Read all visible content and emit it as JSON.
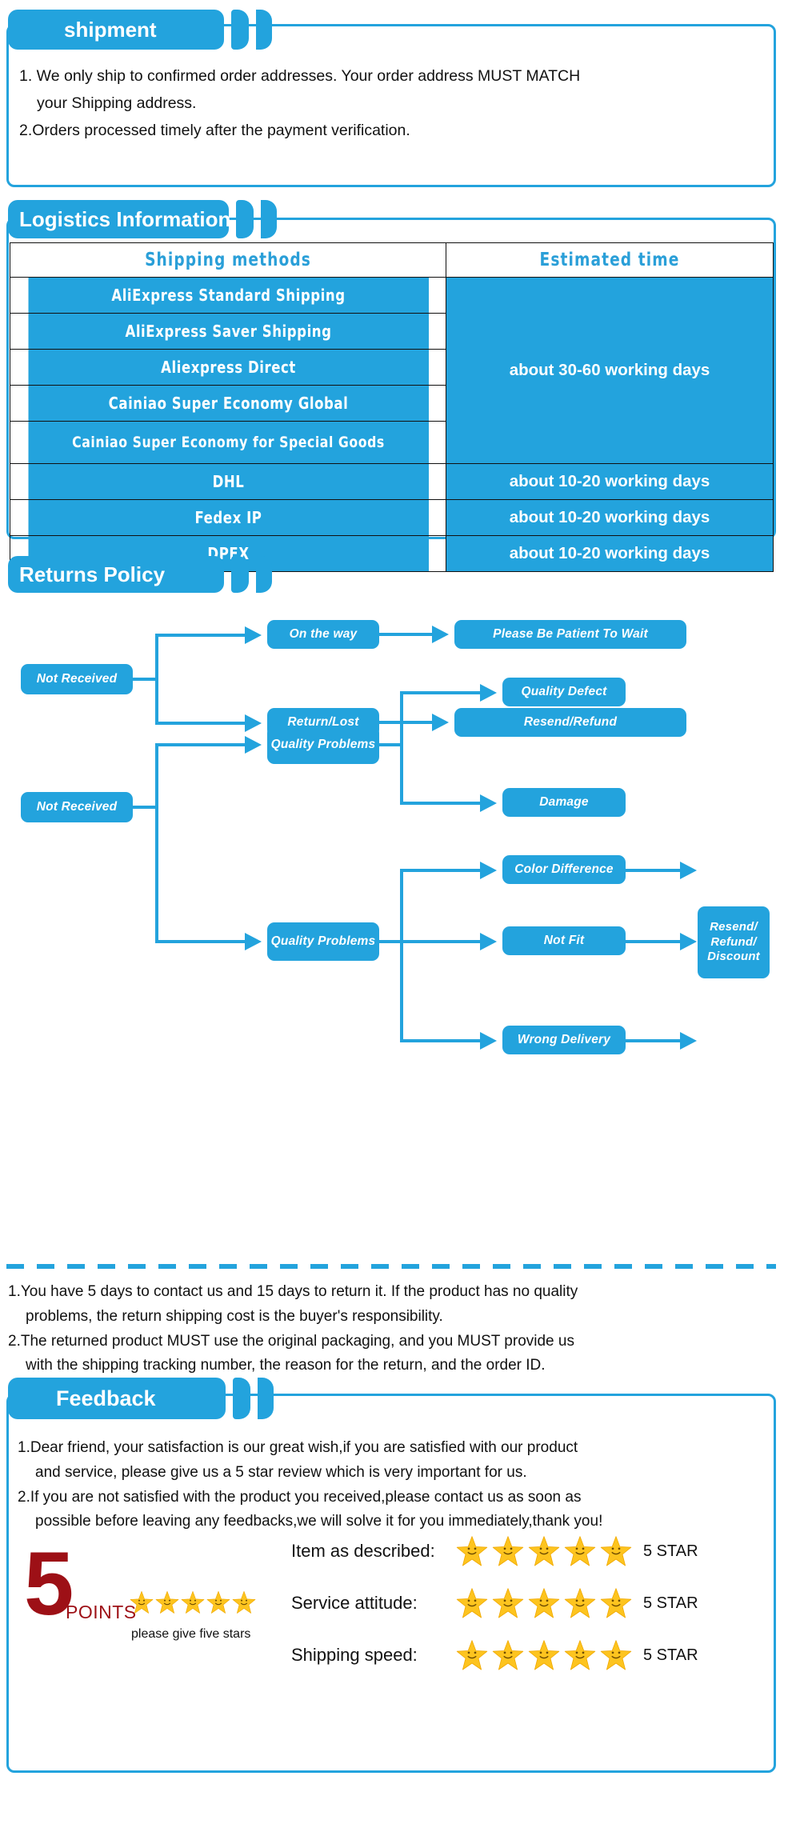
{
  "theme": {
    "blue": "#23a3dd",
    "dark_red": "#9d1016",
    "star_gold": "#fdc41f"
  },
  "shipment": {
    "title": "shipment",
    "lines": [
      "1. We only ship to confirmed order addresses. Your order address MUST MATCH",
      "your Shipping address.",
      "2.Orders processed timely after the payment verification."
    ]
  },
  "logistics": {
    "title": "Logistics Information",
    "headers": [
      "Shipping  methods",
      "Estimated  time"
    ],
    "rows": [
      {
        "method": "AliExpress  Standard  Shipping",
        "time": ""
      },
      {
        "method": "AliExpress  Saver  Shipping",
        "time": ""
      },
      {
        "method": "Aliexpress  Direct",
        "time": "about 30-60 working days"
      },
      {
        "method": "Cainiao  Super  Economy  Global",
        "time": ""
      },
      {
        "method": "Cainiao  Super  Economy  for Special  Goods",
        "time": ""
      },
      {
        "method": "DHL",
        "time": "about 10-20 working days"
      },
      {
        "method": "Fedex  IP",
        "time": "about 10-20 working days"
      },
      {
        "method": "DPEX",
        "time": "about 10-20 working days"
      }
    ]
  },
  "returns": {
    "title": "Returns Policy",
    "flow": {
      "group1": {
        "source": "Not Received",
        "mid": [
          "On the way",
          "Return/Lost"
        ],
        "end": [
          "Please Be Patient To Wait",
          "Resend/Refund"
        ]
      },
      "group2": {
        "source": "Not Received",
        "mid": [
          "Quality Problems",
          "Quality Problems"
        ],
        "branch1": [
          "Quality Defect",
          "Damage"
        ],
        "branch2": [
          "Color Difference",
          "Not Fit",
          "Wrong Delivery"
        ],
        "final": "Resend/ Refund/ Discount"
      }
    },
    "lines": [
      "1.You have 5 days to contact us and 15 days to return it. If the product has no quality",
      "problems, the return shipping cost is the buyer's responsibility.",
      "2.The returned product MUST use the original packaging, and you MUST provide us",
      "with the shipping tracking number, the reason for the return, and the order ID."
    ]
  },
  "feedback": {
    "title": "Feedback",
    "lines": [
      "1.Dear friend, your satisfaction is our great wish,if you are satisfied with our product",
      "and service, please give us a 5 star review which is very important for us.",
      "2.If you are not satisfied with the product you received,please contact us as soon as",
      "possible before leaving any feedbacks,we will solve it for you immediately,thank you!"
    ],
    "badge": {
      "number": "5",
      "points": "POINTS",
      "caption": "please give five stars",
      "stars": 5
    },
    "ratings": [
      {
        "label": "Item as described:",
        "stars": 5,
        "value": "5 STAR"
      },
      {
        "label": "Service attitude:",
        "stars": 5,
        "value": "5 STAR"
      },
      {
        "label": "Shipping speed:",
        "stars": 5,
        "value": "5 STAR"
      }
    ]
  }
}
